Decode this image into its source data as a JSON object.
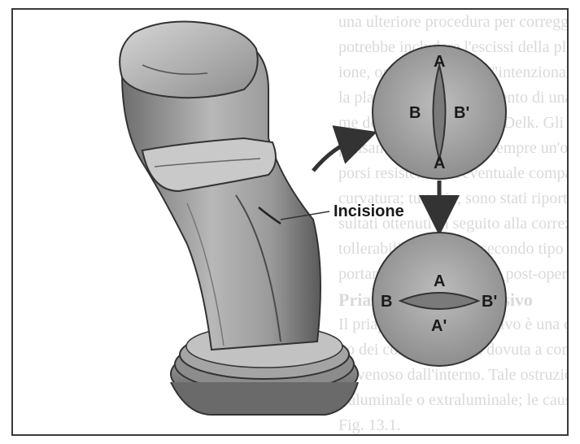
{
  "figure": {
    "callout_label": "Incisione",
    "top_view": {
      "label_a": "A",
      "label_b": "B",
      "label_b_prime": "B'",
      "label_a_bottom": "A"
    },
    "bottom_view": {
      "label_a": "A",
      "label_b": "B",
      "label_b_prime": "B'",
      "label_a_prime": "A'"
    }
  },
  "background_text": {
    "lines": [
      "una ulteriore procedura per correggere la curvatura. Ciò",
      "potrebbe includere l'escissi della placca oppure l'incis",
      "ione, oppure la frattura \"intenzionale\" del",
      "la placca dopo l'allineamento di una rigidità adeguata co",
      "me descritto da Wilson e Delk. Gli pazienti che si cre",
      "pensano sia necessario sempre un'operazione per op",
      "porsi resistenza all'eventuale comparsa di una recidiva della",
      "curvatura; tuttavia, sono stati riportati buoni ri",
      "sultati ottenuti in seguito alla correzione della",
      "tollerabilità di questo secondo tipo di scena valida so",
      "portarsi nei primi periodi post-operatorio."
    ],
    "heading": "Priapismo veno-occlusivo",
    "heading_lines": [
      "Il priapismo veno-occlusivo è una condizione dell'inter",
      "no dei corpi cavernosi dovuta a compressione del deflu",
      "so venoso dall'interno. Tale ostruzione può essere in",
      "traluminale o extraluminale; le cause sono elencate in",
      "Fig. 13.1."
    ]
  }
}
